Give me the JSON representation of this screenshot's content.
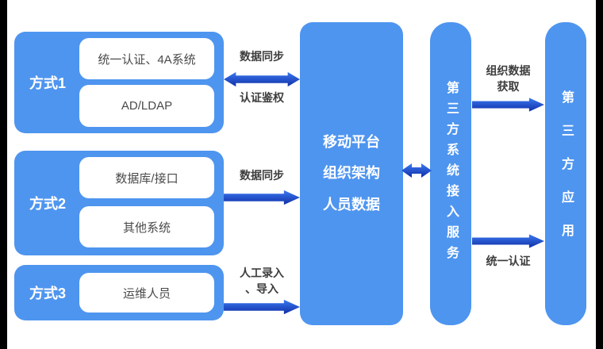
{
  "diagram": {
    "groups": [
      {
        "label": "方式1",
        "items": [
          "统一认证、4A系统",
          "AD/LDAP"
        ]
      },
      {
        "label": "方式2",
        "items": [
          "数据库/接口",
          "其他系统"
        ]
      },
      {
        "label": "方式3",
        "items": [
          "运维人员"
        ]
      }
    ],
    "center_box": "移动平台\n组织架构\n人员数据",
    "service_box": "第三方系统接入服务",
    "app_box": "第三方应用",
    "labels": {
      "way1_top": "数据同步",
      "way1_bottom": "认证鉴权",
      "way2": "数据同步",
      "way3": "人工录入\n、导入",
      "org_data": "组织数据\n获取",
      "auth": "统一认证"
    },
    "colors": {
      "node_blue": "#4E95EF",
      "arrow_light": "#3B7AF2",
      "arrow_dark": "#0F2EA6",
      "label_text": "#3d3d3d"
    }
  }
}
